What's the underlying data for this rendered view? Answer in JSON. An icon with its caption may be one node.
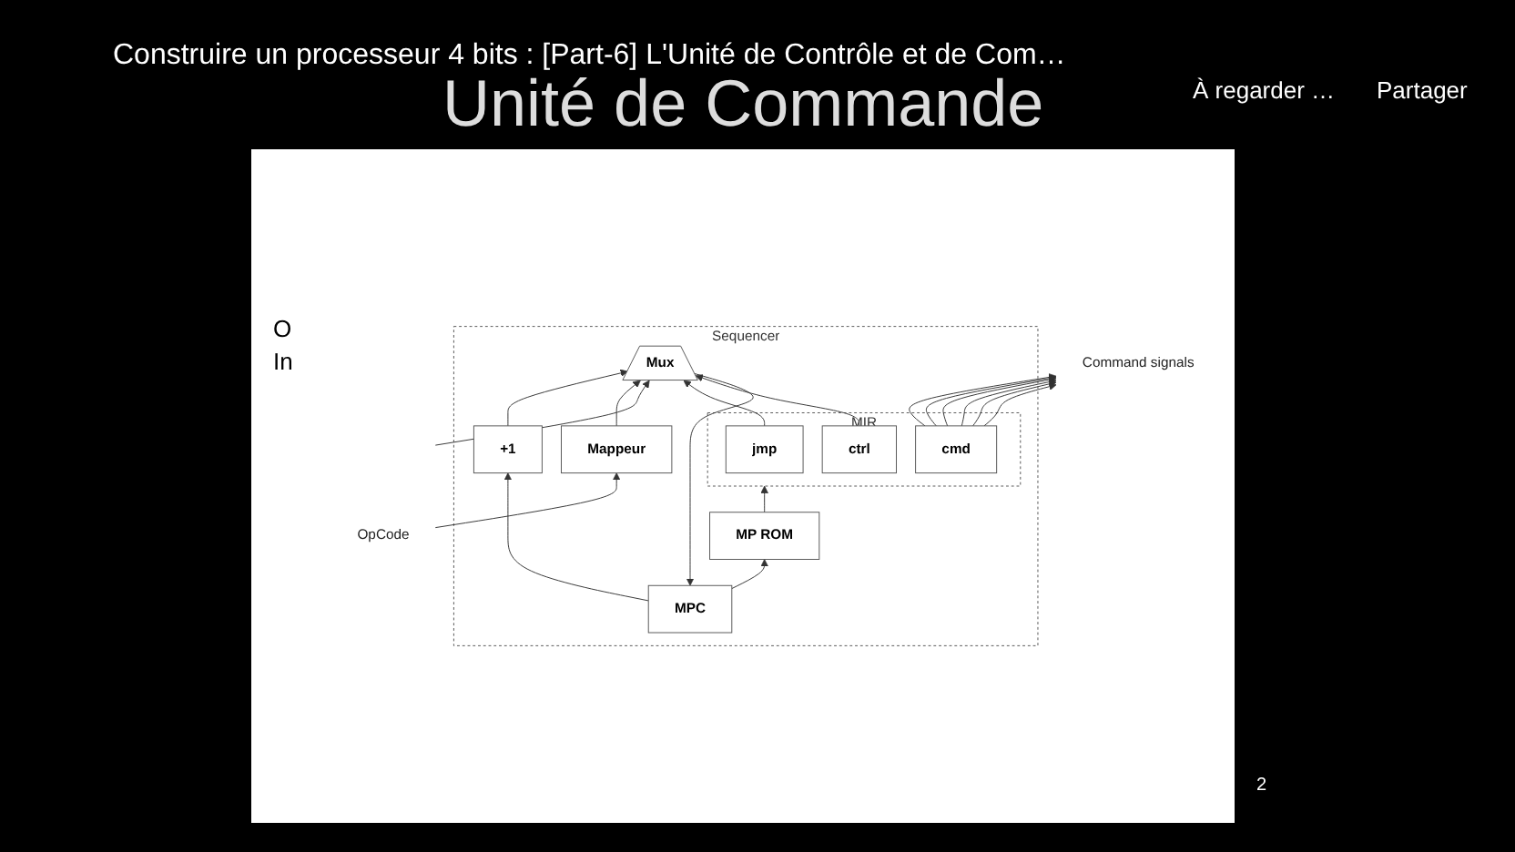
{
  "diagram": {
    "title": "Unité de Commande",
    "nodes": [
      {
        "text": [
          "Sequencer"
        ]
      },
      {
        "text": [
          "MPC"
        ],
        "in": 0
      },
      {
        "text": [
          "MP ROM"
        ],
        "in": 0
      },
      {
        "text": [
          "+1"
        ],
        "in": 0
      },
      {
        "text": [
          "Mux"
        ],
        "in": 0
      },
      {
        "text": [
          "Mappeur"
        ],
        "in": 0
      },
      {
        "text": [
          "MIR"
        ],
        "in": 0
      },
      {
        "text": [
          "jmp"
        ],
        "in": 6
      },
      {
        "text": [
          "ctrl"
        ],
        "in": 6
      },
      {
        "text": [
          "cmd"
        ],
        "in": 6
      },
      {
        "text": [
          "OpCode"
        ]
      },
      {
        "text": [
          "Command signals"
        ]
      }
    ],
    "edges": [
      {
        "from": 1,
        "to": 2,
        "arrow": "to"
      },
      {
        "from": 1,
        "to": 3,
        "arrow": "to"
      },
      {
        "from": 2,
        "to": 6,
        "arrow": "to"
      },
      {
        "from": 3,
        "to": 4,
        "arrow": "to"
      },
      {
        "from": 5,
        "to": 4,
        "arrow": "to"
      },
      {
        "from": null,
        "to": 4,
        "arrow": "to"
      },
      {
        "from": 7,
        "to": 4,
        "arrow": "to"
      },
      {
        "from": 8,
        "to": 4,
        "arrow": "to"
      },
      {
        "from": 4,
        "to": 1,
        "arrow": "to"
      },
      {
        "from": 10,
        "to": 5,
        "arrow": "to"
      },
      {
        "from": 9,
        "to": 11,
        "arrow": "to"
      },
      {
        "from": 9,
        "to": 11,
        "arrow": "to"
      },
      {
        "from": 9,
        "to": 11,
        "arrow": "to"
      },
      {
        "from": 9,
        "to": 11,
        "arrow": "to"
      },
      {
        "from": 9,
        "to": 11,
        "arrow": "to"
      },
      {
        "from": 9,
        "to": 11,
        "arrow": "to"
      }
    ],
    "labels": [
      "Construire un processeur 4 bits : [Part-6] L'Unité de Contrôle et de Com…",
      "À regarder …",
      "Partager",
      "O",
      "In",
      "2"
    ]
  }
}
